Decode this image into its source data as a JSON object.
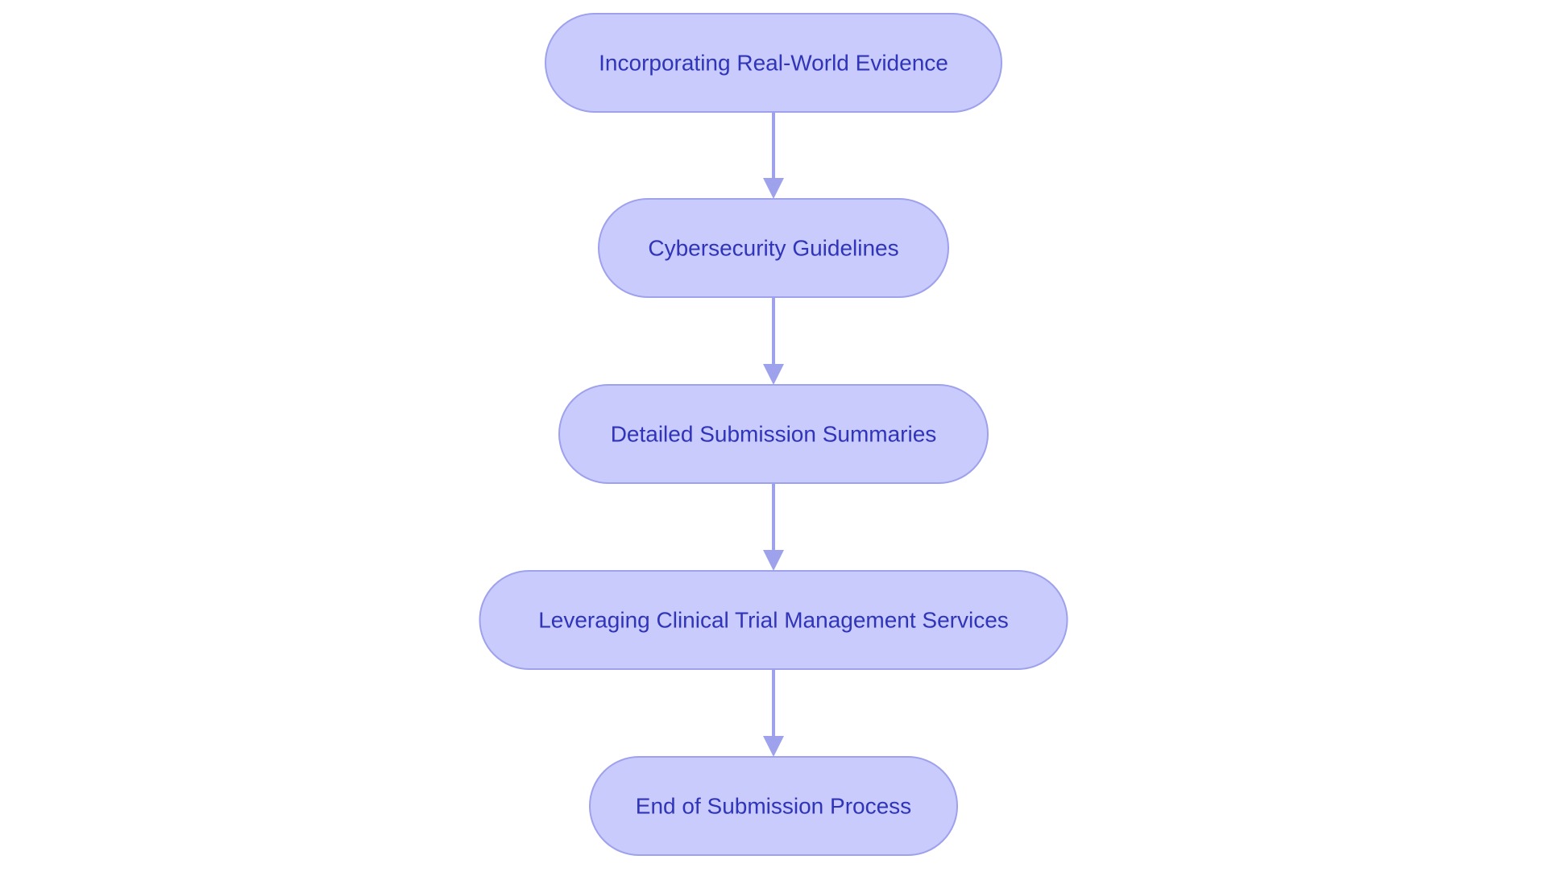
{
  "diagram": {
    "type": "flowchart",
    "direction": "top-to-bottom",
    "colors": {
      "node_fill": "#c8cbfc",
      "node_border": "#9ea1ec",
      "text": "#3034b8",
      "edge": "#9ea1ec"
    },
    "nodes": [
      {
        "id": "n1",
        "label": "Incorporating Real-World Evidence",
        "shape": "stadium"
      },
      {
        "id": "n2",
        "label": "Cybersecurity Guidelines",
        "shape": "stadium"
      },
      {
        "id": "n3",
        "label": "Detailed Submission Summaries",
        "shape": "stadium"
      },
      {
        "id": "n4",
        "label": "Leveraging Clinical Trial Management Services",
        "shape": "stadium"
      },
      {
        "id": "n5",
        "label": "End of Submission Process",
        "shape": "stadium"
      }
    ],
    "edges": [
      {
        "from": "n1",
        "to": "n2"
      },
      {
        "from": "n2",
        "to": "n3"
      },
      {
        "from": "n3",
        "to": "n4"
      },
      {
        "from": "n4",
        "to": "n5"
      }
    ]
  }
}
